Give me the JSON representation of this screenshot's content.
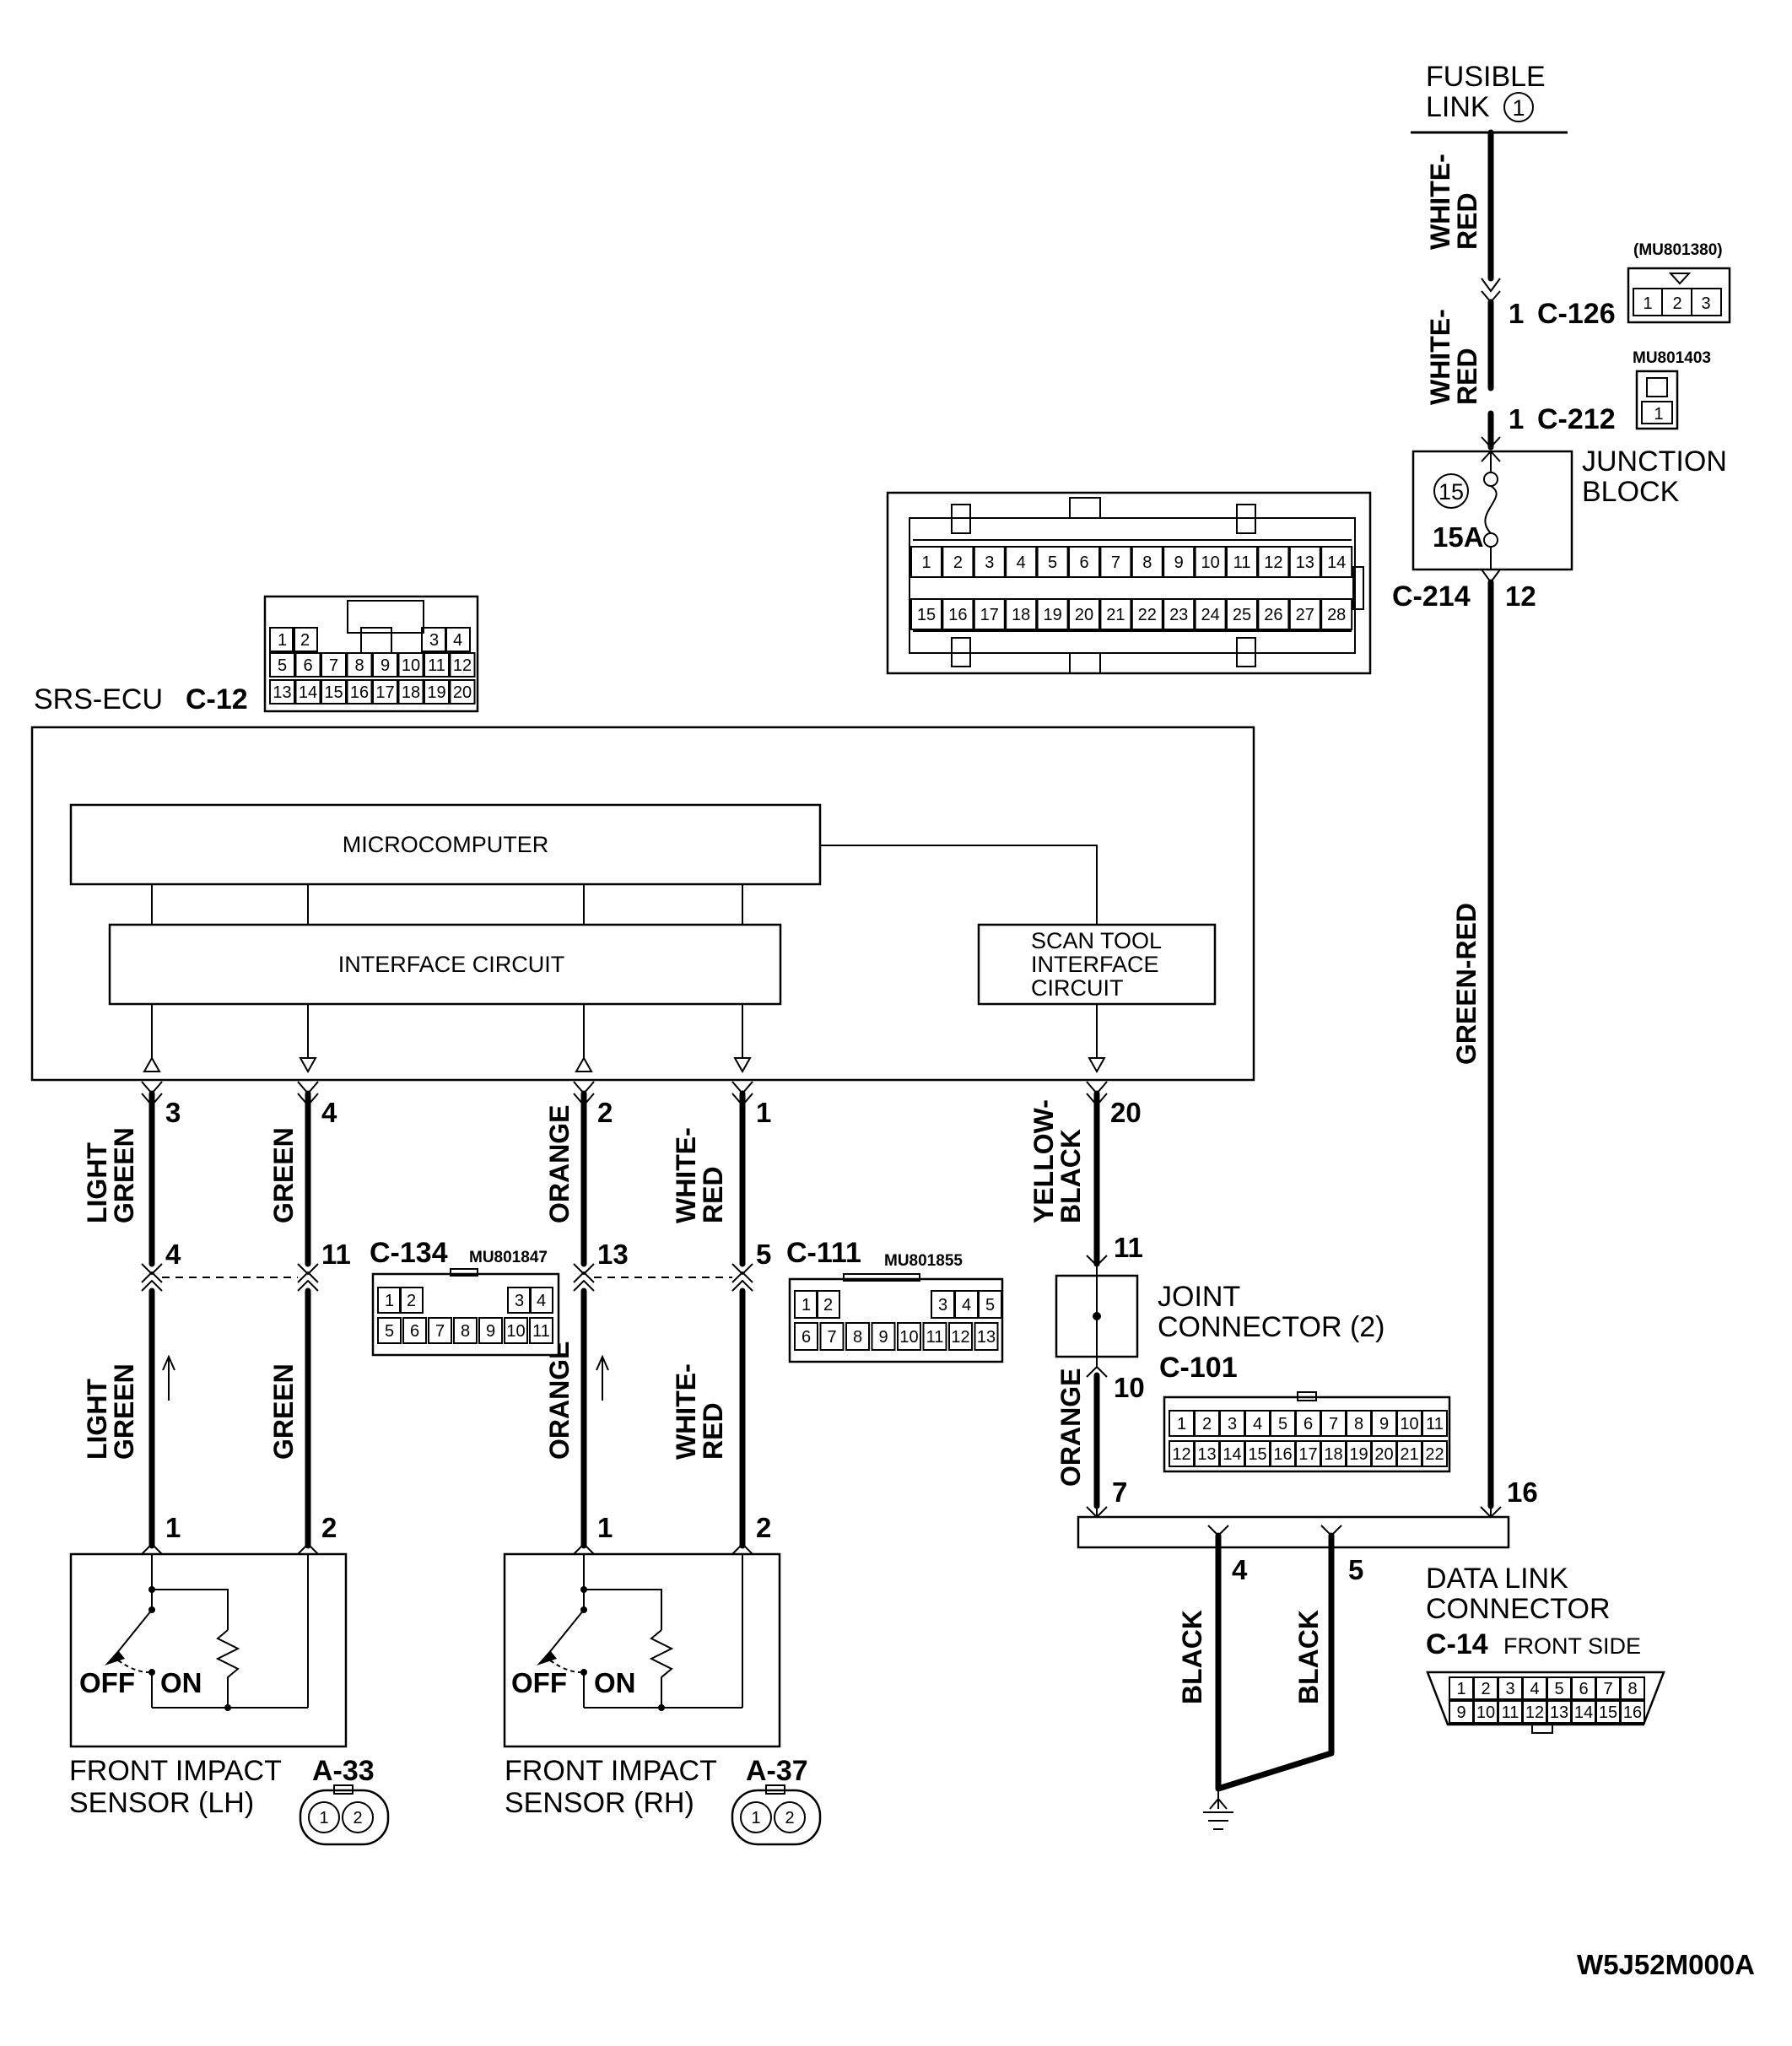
{
  "fusible_link": {
    "line1": "FUSIBLE",
    "line2": "LINK",
    "number": "1"
  },
  "wire_colors": {
    "wr_top": [
      "WHITE-",
      "RED"
    ],
    "wr_mid": [
      "WHITE-",
      "RED"
    ],
    "green_red": "GREEN-RED",
    "light_green": [
      "LIGHT",
      "GREEN"
    ],
    "green": "GREEN",
    "orange": "ORANGE",
    "white_red": [
      "WHITE-",
      "RED"
    ],
    "yellow_black": [
      "YELLOW-",
      "BLACK"
    ],
    "black": "BLACK"
  },
  "connectors": {
    "c126": {
      "id": "C-126",
      "pin": "1",
      "part": "(MU801380)",
      "cells": [
        "1",
        "2",
        "3"
      ]
    },
    "c212": {
      "id": "C-212",
      "pin": "1",
      "part": "MU801403",
      "cells": [
        "1"
      ]
    },
    "c214": {
      "id": "C-214",
      "pin": "12"
    },
    "c12": {
      "id": "C-12",
      "cells": [
        "1",
        "2",
        "3",
        "4",
        "5",
        "6",
        "7",
        "8",
        "9",
        "10",
        "11",
        "12",
        "13",
        "14",
        "15",
        "16",
        "17",
        "18",
        "19",
        "20"
      ]
    },
    "c134": {
      "id": "C-134",
      "part": "MU801847",
      "cells": [
        "1",
        "2",
        "3",
        "4",
        "5",
        "6",
        "7",
        "8",
        "9",
        "10",
        "11"
      ]
    },
    "c111": {
      "id": "C-111",
      "part": "MU801855",
      "cells": [
        "1",
        "2",
        "3",
        "4",
        "5",
        "6",
        "7",
        "8",
        "9",
        "10",
        "11",
        "12",
        "13"
      ]
    },
    "c101": {
      "id": "C-101",
      "cells": [
        "1",
        "2",
        "3",
        "4",
        "5",
        "6",
        "7",
        "8",
        "9",
        "10",
        "11",
        "12",
        "13",
        "14",
        "15",
        "16",
        "17",
        "18",
        "19",
        "20",
        "21",
        "22"
      ]
    },
    "c14": {
      "id": "C-14",
      "note": "FRONT SIDE",
      "cells": [
        "1",
        "2",
        "3",
        "4",
        "5",
        "6",
        "7",
        "8",
        "9",
        "10",
        "11",
        "12",
        "13",
        "14",
        "15",
        "16"
      ]
    },
    "big": {
      "cells": [
        "1",
        "2",
        "3",
        "4",
        "5",
        "6",
        "7",
        "8",
        "9",
        "10",
        "11",
        "12",
        "13",
        "14",
        "15",
        "16",
        "17",
        "18",
        "19",
        "20",
        "21",
        "22",
        "23",
        "24",
        "25",
        "26",
        "27",
        "28"
      ]
    },
    "a33": {
      "id": "A-33",
      "cells": [
        "1",
        "2"
      ]
    },
    "a37": {
      "id": "A-37",
      "cells": [
        "1",
        "2"
      ]
    }
  },
  "junction_block": {
    "line1": "JUNCTION",
    "line2": "BLOCK",
    "fuse_no": "15",
    "fuse_rating": "15A"
  },
  "srs_ecu": {
    "label": "SRS-ECU",
    "connector": "C-12",
    "microcomputer": "MICROCOMPUTER",
    "interface": "INTERFACE CIRCUIT",
    "scan": [
      "SCAN TOOL",
      "INTERFACE",
      "CIRCUIT"
    ]
  },
  "pins": {
    "ecu": [
      "3",
      "4",
      "2",
      "1",
      "20"
    ],
    "c134_lh": [
      "4",
      "11"
    ],
    "c111": [
      "13",
      "5"
    ],
    "joint": [
      "11",
      "10"
    ],
    "sensor_lh": [
      "1",
      "2"
    ],
    "sensor_rh": [
      "1",
      "2"
    ],
    "dlc": [
      "7",
      "16",
      "4",
      "5"
    ]
  },
  "joint_connector": {
    "line1": "JOINT",
    "line2": "CONNECTOR (2)"
  },
  "data_link": {
    "line1": "DATA LINK",
    "line2": "CONNECTOR"
  },
  "sensor_lh": {
    "line1": "FRONT IMPACT",
    "line2": "SENSOR (LH)",
    "off": "OFF",
    "on": "ON"
  },
  "sensor_rh": {
    "line1": "FRONT IMPACT",
    "line2": "SENSOR (RH)",
    "off": "OFF",
    "on": "ON"
  },
  "diagram_code": "W5J52M000A"
}
